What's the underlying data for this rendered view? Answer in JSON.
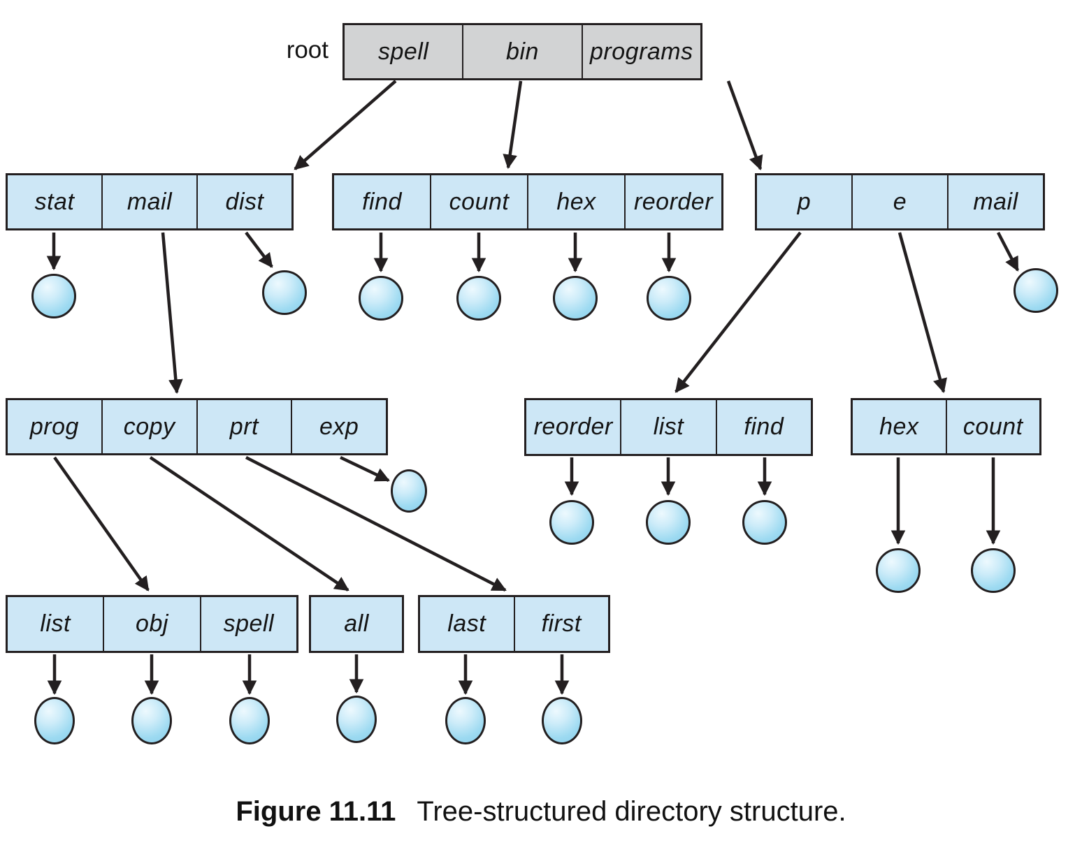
{
  "figure": {
    "root_label": "root",
    "caption": {
      "label": "Figure 11.11",
      "text": "Tree-structured directory structure."
    }
  },
  "colors": {
    "directory_fill": "#cde7f6",
    "root_directory_fill": "#d2d3d4",
    "file_circle_fill": "#9ddaf1",
    "line": "#231f20"
  },
  "directories": {
    "root": {
      "kind": "root directory",
      "cells": [
        "spell",
        "bin",
        "programs"
      ]
    },
    "spell_dir": {
      "kind": "subdirectory",
      "parent_entry": "root/spell",
      "cells": [
        "stat",
        "mail",
        "dist"
      ]
    },
    "bin_dir": {
      "kind": "subdirectory",
      "parent_entry": "root/bin",
      "cells": [
        "find",
        "count",
        "hex",
        "reorder"
      ]
    },
    "programs_dir": {
      "kind": "subdirectory",
      "parent_entry": "root/programs",
      "cells": [
        "p",
        "e",
        "mail"
      ]
    },
    "mail_dir": {
      "kind": "subdirectory",
      "parent_entry": "spell_dir/mail",
      "cells": [
        "prog",
        "copy",
        "prt",
        "exp"
      ]
    },
    "p_dir": {
      "kind": "subdirectory",
      "parent_entry": "programs_dir/p",
      "cells": [
        "reorder",
        "list",
        "find"
      ]
    },
    "e_dir": {
      "kind": "subdirectory",
      "parent_entry": "programs_dir/e",
      "cells": [
        "hex",
        "count"
      ]
    },
    "prog_dir": {
      "kind": "subdirectory",
      "parent_entry": "mail_dir/prog",
      "cells": [
        "list",
        "obj",
        "spell"
      ]
    },
    "copy_dir": {
      "kind": "subdirectory",
      "parent_entry": "mail_dir/copy",
      "cells": [
        "all"
      ]
    },
    "prt_dir": {
      "kind": "subdirectory",
      "parent_entry": "mail_dir/prt",
      "cells": [
        "last",
        "first"
      ]
    }
  },
  "file_entries": [
    "spell_dir/stat",
    "spell_dir/dist",
    "bin_dir/find",
    "bin_dir/count",
    "bin_dir/hex",
    "bin_dir/reorder",
    "programs_dir/mail",
    "mail_dir/exp",
    "p_dir/reorder",
    "p_dir/list",
    "p_dir/find",
    "e_dir/hex",
    "e_dir/count",
    "prog_dir/list",
    "prog_dir/obj",
    "prog_dir/spell",
    "copy_dir/all",
    "prt_dir/last",
    "prt_dir/first"
  ]
}
